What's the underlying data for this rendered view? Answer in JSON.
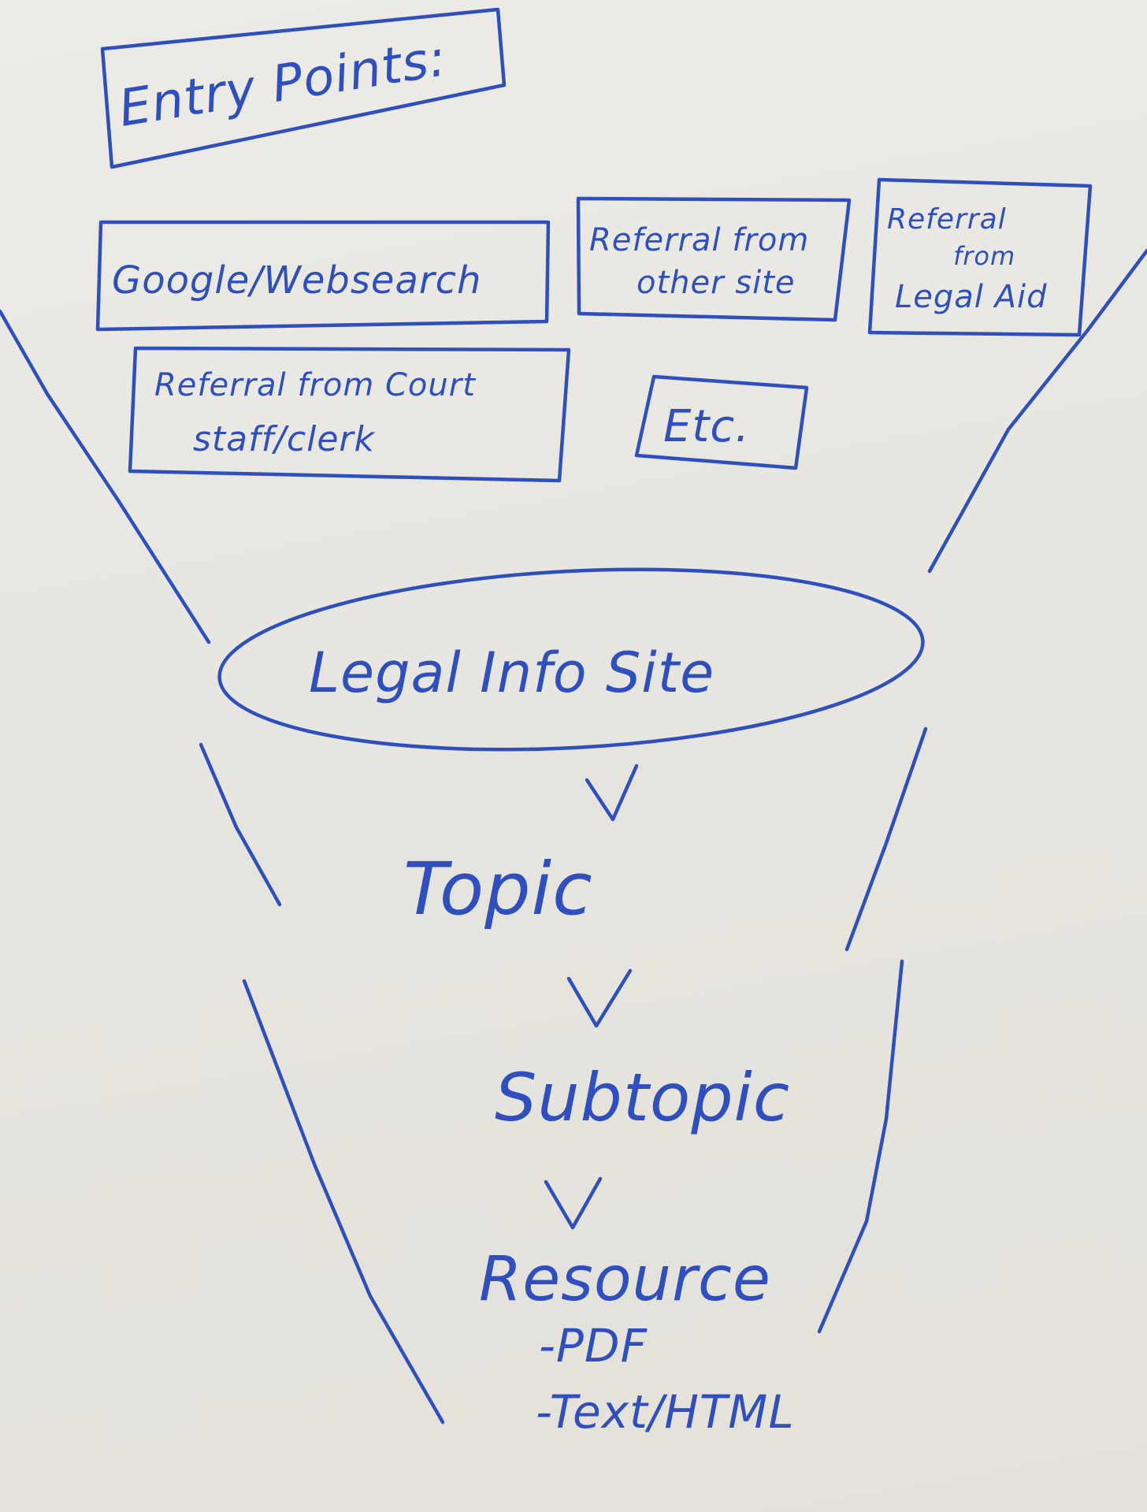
{
  "heading": "Entry Points:",
  "entry_points": [
    {
      "line1": "Google/Websearch"
    },
    {
      "line1": "Referral from",
      "line2": "other site"
    },
    {
      "line1": "Referral",
      "line2": "from",
      "line3": "Legal Aid"
    },
    {
      "line1": "Referral from Court",
      "line2": "staff/clerk"
    },
    {
      "line1": "Etc."
    }
  ],
  "hub": "Legal Info Site",
  "flow": {
    "topic": "Topic",
    "subtopic": "Subtopic",
    "resource": "Resource",
    "resource_types": [
      "-PDF",
      "-Text/HTML"
    ]
  },
  "colors": {
    "ink": "#2f4fbf",
    "paper": "#e9e7e1"
  }
}
